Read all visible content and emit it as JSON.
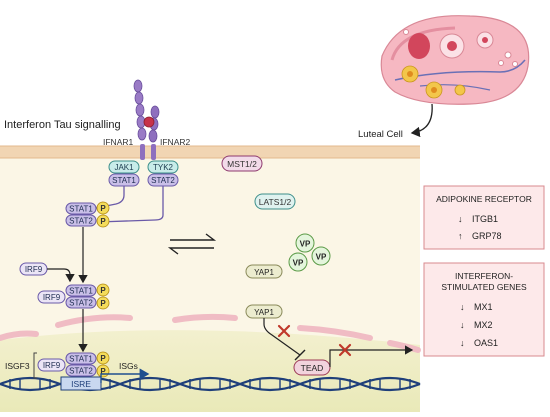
{
  "pathway": {
    "title": "Interferon Tau signalling",
    "receptor1": "IFNAR1",
    "receptor2": "IFNAR2",
    "jak1": "JAK1",
    "tyk2": "TYK2",
    "stat1": "STAT1",
    "stat2": "STAT2",
    "phospho": "P",
    "irf9": "IRF9",
    "isgf3": "ISGF3",
    "isre": "ISRE",
    "isgs": "ISGs"
  },
  "hippo": {
    "mst": "MST1/2",
    "lats": "LATS1/2",
    "yap": "YAP1",
    "vp": "VP",
    "tead": "TEAD"
  },
  "cell": {
    "label": "Luteal Cell"
  },
  "adipokine_box": {
    "title": "ADIPOKINE RECEPTOR",
    "items": [
      {
        "arrow": "↓",
        "gene": "ITGB1"
      },
      {
        "arrow": "↑",
        "gene": "GRP78"
      }
    ]
  },
  "isg_box": {
    "title_line1": "INTERFERON-",
    "title_line2": "STIMULATED GENES",
    "items": [
      {
        "arrow": "↓",
        "gene": "MX1"
      },
      {
        "arrow": "↓",
        "gene": "MX2"
      },
      {
        "arrow": "↓",
        "gene": "OAS1"
      }
    ]
  },
  "colors": {
    "cytoplasm": "#fbf6e6",
    "membrane": "#f1d5b3",
    "stat_purple": "#c9bfe8",
    "stat_border": "#6a5aa8",
    "jak_teal": "#c8ece9",
    "phospho_yellow": "#f4dc5a",
    "red_x": "#c0392b",
    "box_fill": "#fde9ea",
    "box_border": "#d88a8f"
  }
}
